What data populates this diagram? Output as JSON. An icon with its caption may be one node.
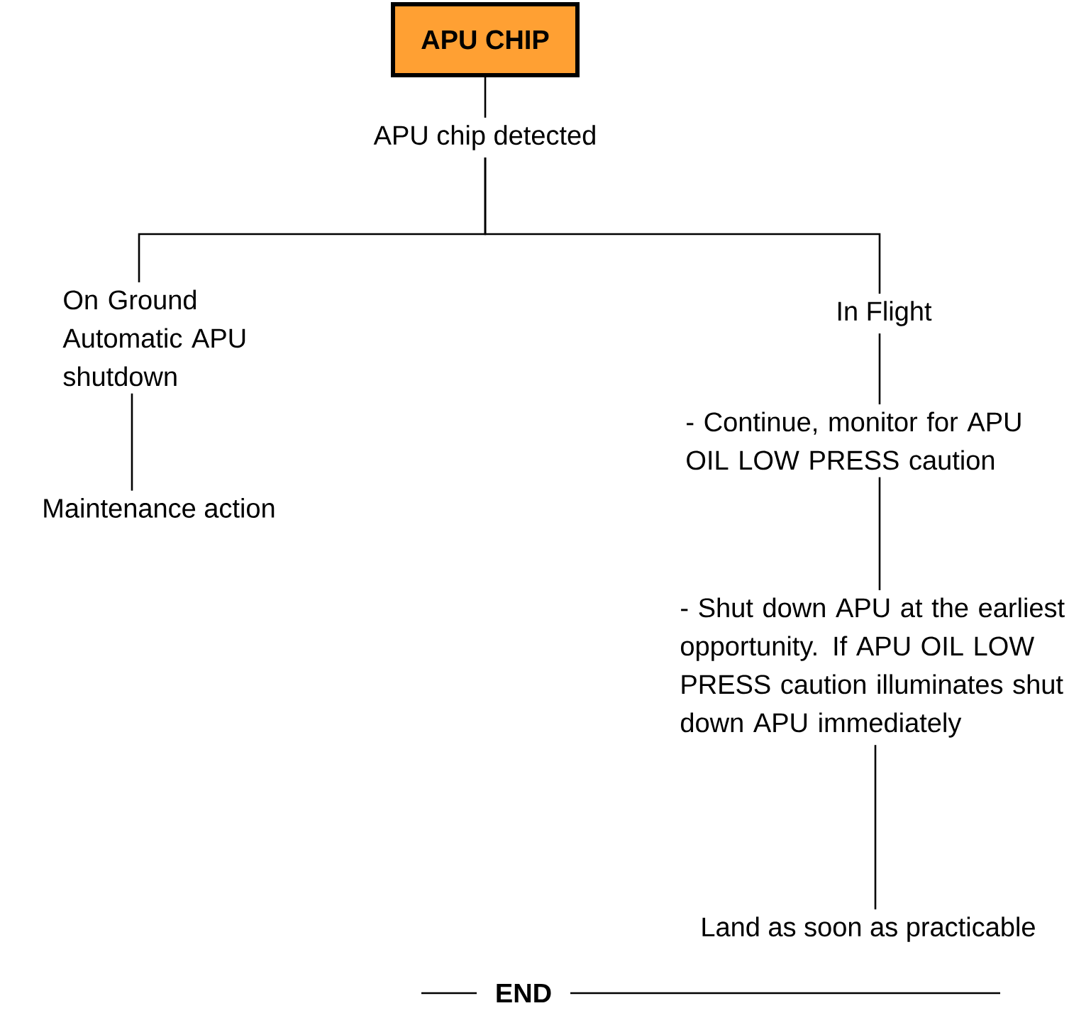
{
  "diagram": {
    "nodes": [
      {
        "text": [
          "APU CHIP"
        ]
      },
      {
        "text": [
          "APU chip detected"
        ]
      },
      {
        "text": [
          "On Ground",
          "Automatic APU shutdown"
        ]
      },
      {
        "text": [
          "Maintenance action"
        ]
      },
      {
        "text": [
          "In Flight"
        ]
      },
      {
        "text": [
          "- Continue, monitor for APU OIL LOW PRESS caution"
        ]
      },
      {
        "text": [
          "- Shut down APU at the earliest opportunity. If APU OIL LOW PRESS caution illuminates shut down APU immediately"
        ]
      },
      {
        "text": [
          "Land as soon as practicable"
        ]
      }
    ],
    "edges": [
      {
        "from": 0,
        "to": 1,
        "arrow": "none"
      },
      {
        "from": 1,
        "to": 2,
        "arrow": "none"
      },
      {
        "from": 1,
        "to": 4,
        "arrow": "none"
      },
      {
        "from": 2,
        "to": 3,
        "arrow": "none"
      },
      {
        "from": 4,
        "to": 5,
        "arrow": "none"
      },
      {
        "from": 5,
        "to": 6,
        "arrow": "none"
      },
      {
        "from": 6,
        "to": 7,
        "arrow": "none"
      }
    ],
    "labels": [
      "END"
    ]
  }
}
